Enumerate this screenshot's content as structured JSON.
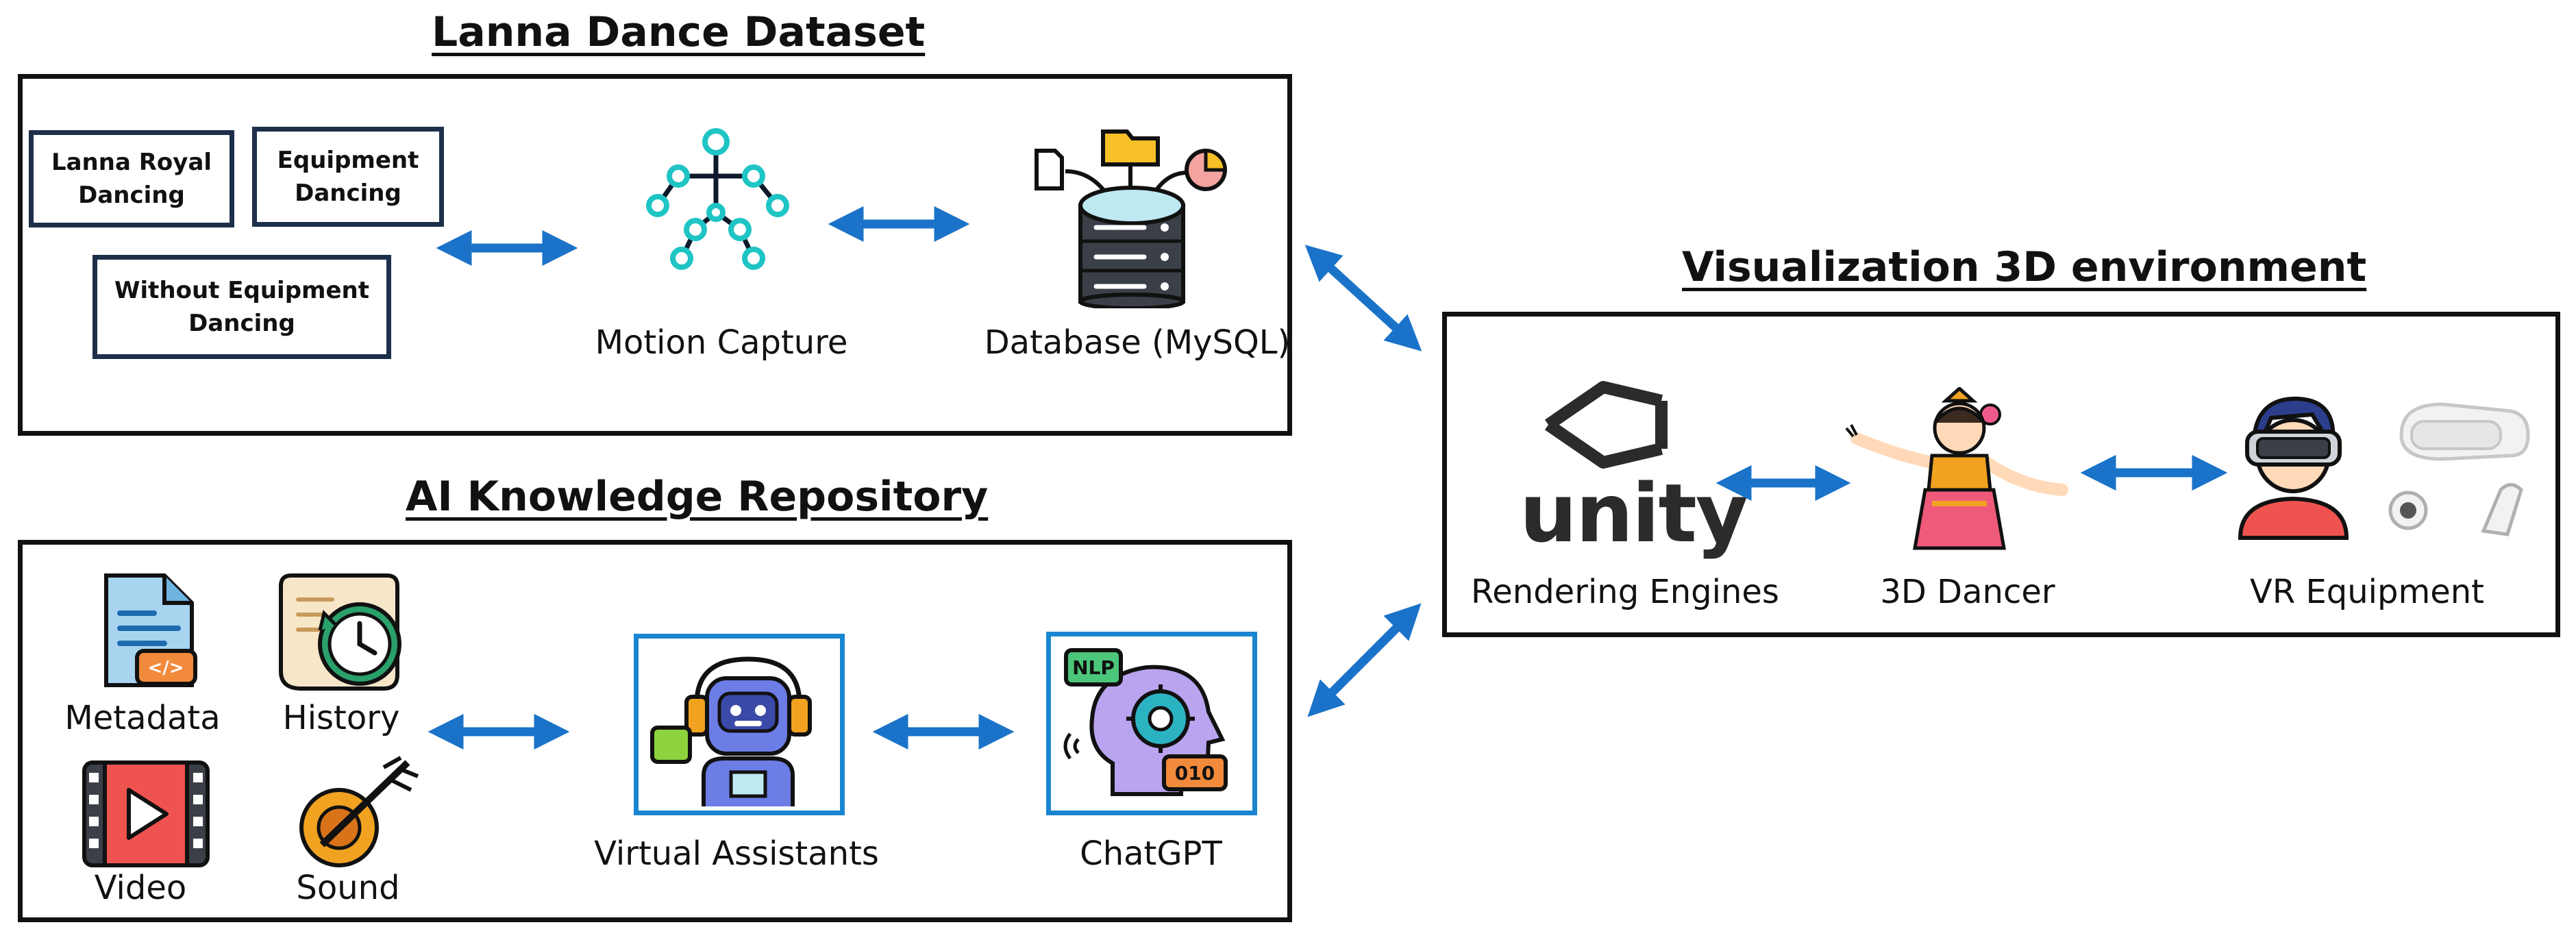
{
  "dataset": {
    "title": "Lanna Dance Dataset",
    "categories": [
      "Lanna Royal Dancing",
      "Equipment Dancing",
      "Without Equipment Dancing"
    ],
    "motion_capture": "Motion Capture",
    "database": "Database (MySQL)"
  },
  "knowledge": {
    "title": "AI Knowledge Repository",
    "metadata": "Metadata",
    "history": "History",
    "video": "Video",
    "sound": "Sound",
    "assistants": "Virtual Assistants",
    "chatgpt": "ChatGPT",
    "nlp_tag": "NLP",
    "binary_tag": "010"
  },
  "visualization": {
    "title": "Visualization 3D environment",
    "unity_logo": "unity",
    "rendering": "Rendering Engines",
    "dancer": "3D Dancer",
    "vr": "VR Equipment"
  },
  "colors": {
    "arrow": "#1a73c8",
    "frame": "#1a85d0",
    "panel_border": "#111111",
    "box_border": "#1d2f4a"
  }
}
